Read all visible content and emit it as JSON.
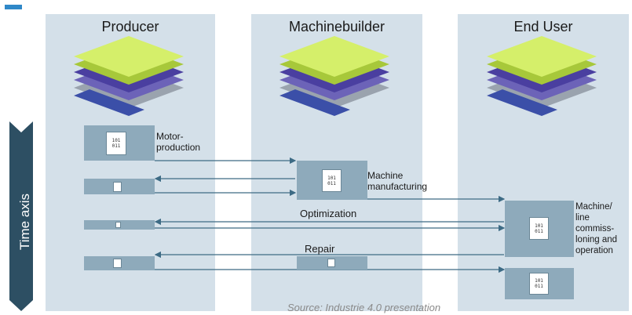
{
  "columns": [
    {
      "title": "Producer"
    },
    {
      "title": "Machinebuilder"
    },
    {
      "title": "End User"
    }
  ],
  "time_axis": {
    "label": "Time axis"
  },
  "steps": {
    "motor": "Motor-\nproduction",
    "machine": "Machine\nmanufacturing",
    "optimization": "Optimization",
    "repair": "Repair",
    "commissioning": "Machine/\nline\ncommiss-\nloning and\noperation"
  },
  "icon_text": {
    "line1": "101",
    "line2": "011"
  },
  "source": "Source: Industrie 4.0 presentation",
  "colors": {
    "panel": "#d4e0e9",
    "doc": "#8eaabb",
    "axis": "#2d4f63",
    "arrow": "#3d6b85",
    "accent": "#2f88c8"
  }
}
